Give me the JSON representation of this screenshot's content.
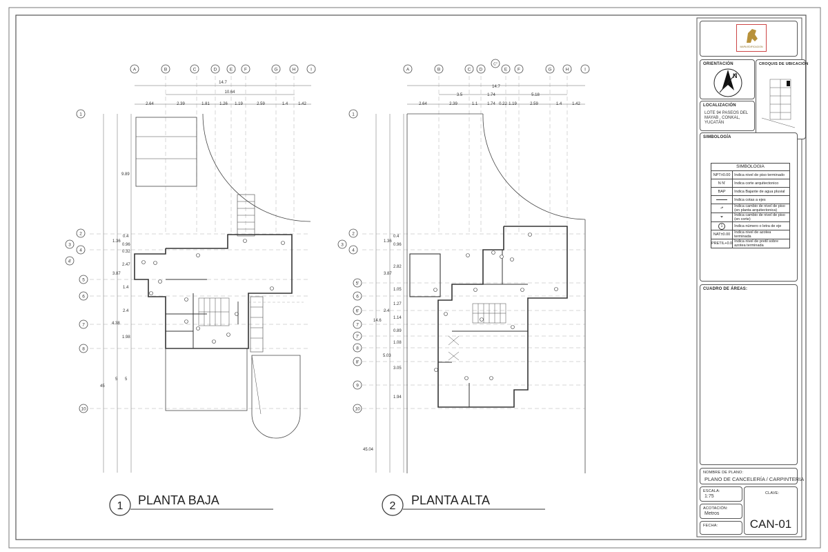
{
  "plan1": {
    "number": "1",
    "title": "PLANTA BAJA",
    "axes_top": [
      "A",
      "B",
      "C",
      "D",
      "E",
      "F",
      "G",
      "H",
      "I"
    ],
    "overall_dim": "14.7",
    "sub_dim": "10.64",
    "bay_dims": [
      "2.64",
      "2.39",
      "1.81",
      "1.26",
      "1.19",
      "2.59",
      "1.4",
      "1.42"
    ],
    "axes_left": [
      "1",
      "2",
      "3",
      "4",
      "4'",
      "5",
      "6",
      "7",
      "8",
      "10"
    ],
    "left_dims": [
      "9.89",
      "0.4",
      "1.36",
      "0.96",
      "0.32",
      "2.47",
      "3.87",
      "1.4",
      "2.4",
      "4.38",
      "1.98",
      "45",
      "5",
      "5"
    ]
  },
  "plan2": {
    "number": "2",
    "title": "PLANTA ALTA",
    "axes_top": [
      "A",
      "B",
      "C",
      "D",
      "C''",
      "E",
      "F",
      "G",
      "H",
      "I"
    ],
    "overall_dim": "14.7",
    "sub_dims": [
      "3.5",
      "1.74",
      "5.18"
    ],
    "bay_dims": [
      "2.64",
      "2.39",
      "1.1",
      "1.74",
      "0.22",
      "1.19",
      "2.59",
      "1.4",
      "1.42"
    ],
    "axes_left": [
      "1",
      "2",
      "3",
      "4",
      "5'",
      "6",
      "6'",
      "7",
      "7'",
      "8",
      "8'",
      "9",
      "10"
    ],
    "left_dims": [
      "0.4",
      "1.36",
      "0.96",
      "2.82",
      "3.87",
      "1.05",
      "1.27",
      "2.4",
      "14.6",
      "1.14",
      "0.89",
      "1.08",
      "5.03",
      "3.05",
      "1.94",
      "45.04"
    ]
  },
  "titleblock": {
    "logo_text": "MAPA EDIFICACION",
    "orientation_label": "ORIENTACIÓN",
    "north": "N",
    "croquis_label": "CROQUIS DE UBICACIÓN",
    "localizacion_label": "LOCALIZACIÓN",
    "localizacion_lines": [
      "LOTE 94  PASEOS DEL",
      "MAYAB , CONKAL,",
      "YUCATÁN"
    ],
    "simbologia_label": "SIMBOLOGÍA",
    "cuadro_label": "CUADRO DE ÁREAS:",
    "nombre_label": "NOMBRE DE PLANO:",
    "nombre_value": "PLANO DE CANCELERÍA / CARPINTERIA",
    "escala_label": "ESCALA:",
    "escala_value": "1:75",
    "acotacion_label": "ACOTACIÓN:",
    "acotacion_value": "Metros",
    "fecha_label": "FECHA:",
    "clave_label": "CLAVE:",
    "clave_value": "CAN-01"
  },
  "simbologia": {
    "header": "SIMBOLOGIA",
    "rows": [
      {
        "key": "NPT±0.00",
        "desc": "Indica nivel de piso terminado"
      },
      {
        "key": "N  N'",
        "desc": "Indica corte arquitectonico"
      },
      {
        "key": "BAP",
        "desc": "Indica Bajante de agua pluvial"
      },
      {
        "key": "",
        "desc": "Indica cotas a ejes"
      },
      {
        "key": "",
        "desc": "Indica cambio de nivel de piso (en planta arquitectonica)"
      },
      {
        "key": "",
        "desc": "Indica cambio de nivel de piso (en corte)"
      },
      {
        "key": "1",
        "desc": "Indica número o letra de eje"
      },
      {
        "key": "NAT±0.00",
        "desc": "Indica nivel de azotea terminada"
      },
      {
        "key": "PRETIL+0.0",
        "desc": "Indica nivel de pretil sobre azotea terminada"
      }
    ]
  }
}
